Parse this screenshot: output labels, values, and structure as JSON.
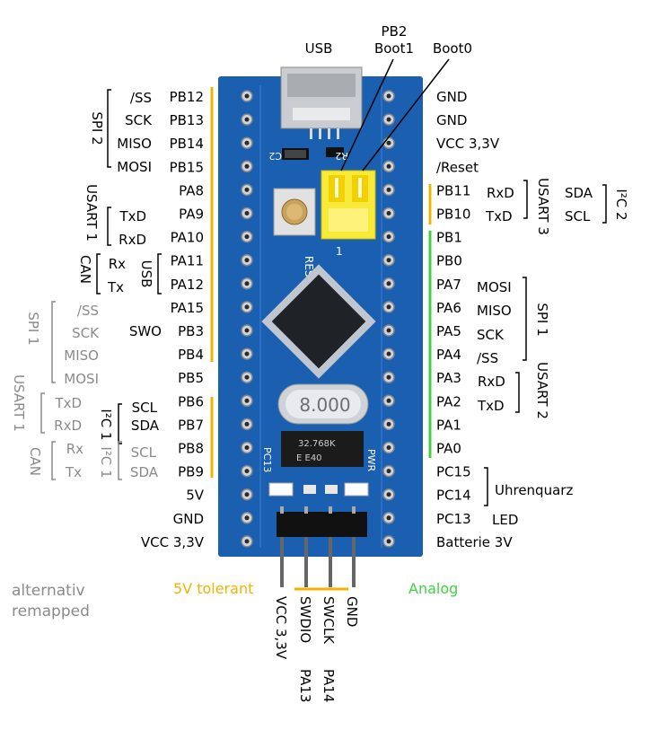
{
  "title_labels": {
    "usb": "USB",
    "pb2": "PB2",
    "boot1": "Boot1",
    "boot0": "Boot0"
  },
  "board_texts": {
    "reset": "RESET",
    "crystal": "8.000",
    "crystal2_line1": "32.768K",
    "crystal2_line2": "E   E40",
    "pc13": "PC13",
    "pwr": "PWR",
    "r2": "R2",
    "c2": "C2",
    "one": "1"
  },
  "left_pins": [
    "PB12",
    "PB13",
    "PB14",
    "PB15",
    "PA8",
    "PA9",
    "PA10",
    "PA11",
    "PA12",
    "PA15",
    "PB3",
    "PB4",
    "PB5",
    "PB6",
    "PB7",
    "PB8",
    "PB9",
    "5V",
    "GND",
    "VCC 3,3V"
  ],
  "right_pins": [
    "GND",
    "GND",
    "VCC 3,3V",
    "/Reset",
    "PB11",
    "PB10",
    "PB1",
    "PB0",
    "PA7",
    "PA6",
    "PA5",
    "PA4",
    "PA3",
    "PA2",
    "PA1",
    "PA0",
    "PC15",
    "PC14",
    "PC13",
    "Batterie 3V"
  ],
  "bottom_pins": {
    "vcc": "VCC 3,3V",
    "swdio": "SWDIO",
    "swclk": "SWCLK",
    "gnd": "GND",
    "pa13": "PA13",
    "pa14": "PA14"
  },
  "left_functions": {
    "spi2_group": "SPI 2",
    "spi2": [
      "/SS",
      "SCK",
      "MISO",
      "MOSI"
    ],
    "usart1_group": "USART 1",
    "usart1": [
      "TxD",
      "RxD"
    ],
    "can_group": "CAN",
    "can": [
      "Rx",
      "Tx"
    ],
    "usb_group": "USB",
    "swo": "SWO",
    "i2c1_group": "I²C 1",
    "i2c1": [
      "SCL",
      "SDA"
    ]
  },
  "remapped": {
    "spi1_group": "SPI 1",
    "spi1": [
      "/SS",
      "SCK",
      "MISO",
      "MOSI"
    ],
    "usart1_group": "USART 1",
    "usart1": [
      "TxD",
      "RxD"
    ],
    "can_group": "CAN",
    "can": [
      "Rx",
      "Tx"
    ],
    "i2c1_group": "I²C 1",
    "i2c1": [
      "SCL",
      "SDA"
    ]
  },
  "right_functions": {
    "usart3": [
      "RxD",
      "TxD"
    ],
    "usart3_group": "USART 3",
    "i2c2": [
      "SDA",
      "SCL"
    ],
    "i2c2_group": "I²C 2",
    "spi1": [
      "MOSI",
      "MISO",
      "SCK",
      "/SS"
    ],
    "spi1_group": "SPI 1",
    "usart2": [
      "RxD",
      "TxD"
    ],
    "usart2_group": "USART 2",
    "crystal": "Uhrenquarz",
    "led": "LED"
  },
  "legend": {
    "alt_line1": "alternativ",
    "alt_line2": "remapped",
    "tolerant": "5V tolerant",
    "analog": "Analog"
  },
  "colors": {
    "board": "#1b5fb0",
    "board_dark": "#174d94",
    "yellow": "#f0b400",
    "green": "#3ed33e",
    "gray": "#8a8a8a",
    "jumper": "#f7ea3a"
  }
}
